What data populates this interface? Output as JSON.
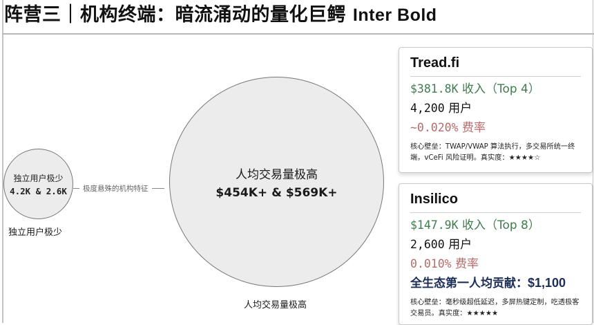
{
  "header": {
    "title": "阵营三｜机构终端：暗流涌动的量化巨鳄",
    "title_suffix": "Inter Bold"
  },
  "diagram": {
    "small_circle": {
      "label": "独立用户极少",
      "value": "4.2K & 2.6K",
      "caption": "独立用户极少"
    },
    "connector_label": "极度悬殊的机构特征",
    "big_circle": {
      "label": "人均交易量极高",
      "value": "$454K+ & $569K+",
      "caption": "人均交易量极高"
    }
  },
  "cards": [
    {
      "name": "Tread.fi",
      "revenue_value": "$381.8K",
      "revenue_label": "收入（Top 4）",
      "users_value": "4,200",
      "users_label": "用户",
      "fee_value": "~0.020%",
      "fee_label": "费率",
      "note": "核心壁垒：TWAP/VWAP 算法执行，多交易所统一终端，vCeFi 风险证明。真实度：★★★★☆"
    },
    {
      "name": "Insilico",
      "revenue_value": "$147.9K",
      "revenue_label": "收入（Top 8）",
      "users_value": "2,600",
      "users_label": "用户",
      "fee_value": "0.010%",
      "fee_label": "费率",
      "highlight_label": "全生态第一人均贡献：",
      "highlight_value": "$1,100",
      "note": "核心壁垒：毫秒级超低延迟，多屏热键定制，吃透极客交易员。真实度：★★★★★"
    }
  ],
  "colors": {
    "revenue": "#3e7d4e",
    "fee": "#b86a6a",
    "highlight": "#1b2e57",
    "circle_fill": "#ececec"
  }
}
